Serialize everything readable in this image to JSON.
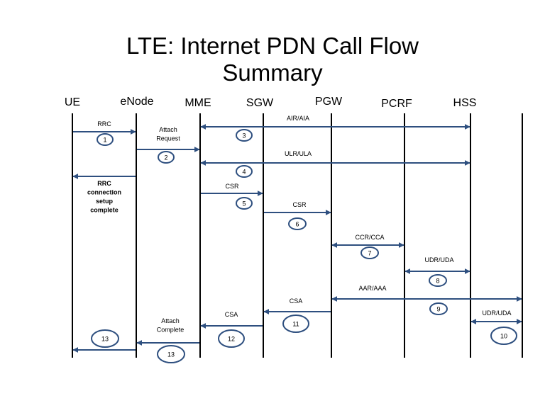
{
  "title": {
    "line1": "LTE: Internet PDN Call Flow",
    "line2": "Summary"
  },
  "colors": {
    "arrow": "#2e4f7f",
    "lifeline": "#000000",
    "text": "#000000"
  },
  "entities": [
    "UE",
    "eNode",
    "MME",
    "SGW",
    "PGW",
    "PCRF",
    "HSS"
  ],
  "messages": [
    {
      "label": [
        "RRC"
      ],
      "step": "1",
      "from": "UE",
      "to": "eNode",
      "dir": "right"
    },
    {
      "label": [
        "Attach",
        "Request"
      ],
      "step": "2",
      "from": "eNode",
      "to": "MME",
      "dir": "right"
    },
    {
      "label": [
        "AIR/AIA"
      ],
      "step": "3",
      "from": "MME",
      "to": "HSS",
      "dir": "both"
    },
    {
      "label": [
        "ULR/ULA"
      ],
      "step": "4",
      "from": "MME",
      "to": "HSS",
      "dir": "both"
    },
    {
      "label": [
        "RRC",
        "connection",
        "setup",
        "complete"
      ],
      "step": "",
      "from": "eNode",
      "to": "UE",
      "dir": "left"
    },
    {
      "label": [
        "CSR"
      ],
      "step": "5",
      "from": "MME",
      "to": "SGW",
      "dir": "right"
    },
    {
      "label": [
        "CSR"
      ],
      "step": "6",
      "from": "SGW",
      "to": "PGW",
      "dir": "right"
    },
    {
      "label": [
        "CCR/CCA"
      ],
      "step": "7",
      "from": "PGW",
      "to": "PCRF",
      "dir": "both"
    },
    {
      "label": [
        "UDR/UDA"
      ],
      "step": "8",
      "from": "PCRF",
      "to": "HSS",
      "dir": "both"
    },
    {
      "label": [
        "AAR/AAA"
      ],
      "step": "9",
      "from": "PGW",
      "to": "last",
      "dir": "both"
    },
    {
      "label": [
        "CSA"
      ],
      "step": "11",
      "from": "PGW",
      "to": "SGW",
      "dir": "left"
    },
    {
      "label": [
        "UDR/UDA"
      ],
      "step": "10",
      "from": "HSS",
      "to": "last",
      "dir": "both"
    },
    {
      "label": [
        "CSA"
      ],
      "step": "12",
      "from": "SGW",
      "to": "MME",
      "dir": "left"
    },
    {
      "label": [
        "Attach",
        "Complete"
      ],
      "step": "13",
      "from": "MME",
      "to": "eNode",
      "dir": "left"
    },
    {
      "label": [],
      "step": "13",
      "from": "eNode",
      "to": "UE",
      "dir": "left"
    }
  ]
}
